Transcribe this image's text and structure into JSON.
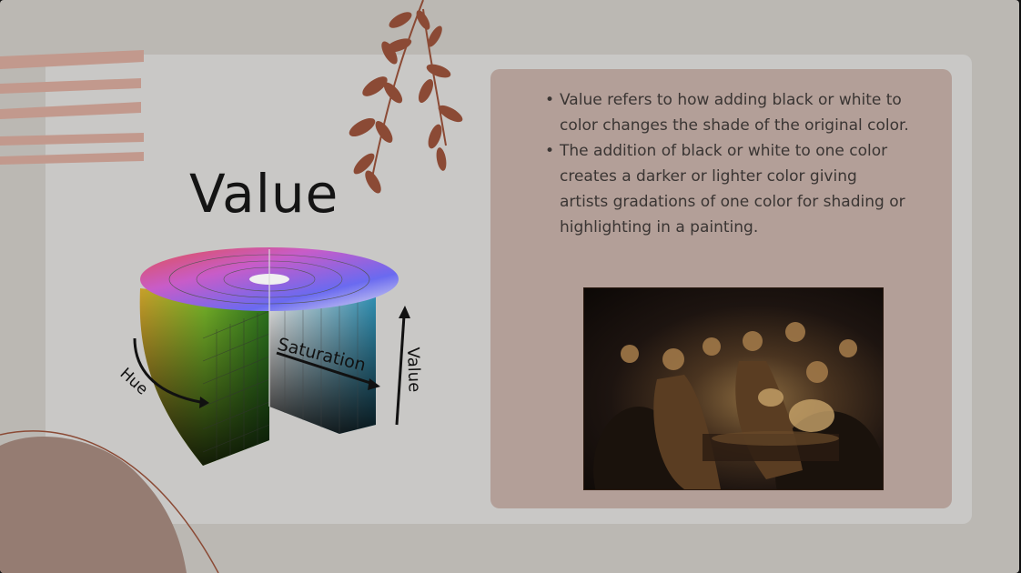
{
  "slide": {
    "title": "Value",
    "wheel_labels": {
      "hue": "Hue",
      "saturation": "Saturation",
      "value": "Value"
    },
    "bullets": [
      "Value refers to how adding black or white to color changes the shade of the original color.",
      "The addition of black or white to one color creates a darker or lighter color giving artists gradations of one color for shading or highlighting in a painting."
    ],
    "bullet_marker": "•",
    "image": "painting"
  },
  "colors": {
    "background": "#bbb8b3",
    "panel": "#c9c8c6",
    "text_box": "#b39f98",
    "accent_brown": "#8b4a35",
    "stripes": "#c2998d",
    "blob": "#957c72"
  }
}
